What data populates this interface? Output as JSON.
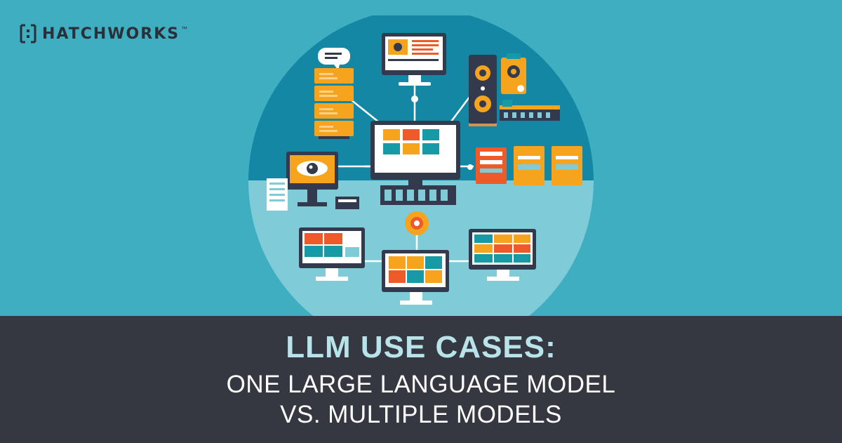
{
  "brand": {
    "name": "HATCHWORKS",
    "trademark": "™"
  },
  "banner": {
    "title": "LLM USE CASES:",
    "subtitle_line1": "ONE LARGE LANGUAGE MODEL",
    "subtitle_line2": "VS. MULTIPLE MODELS"
  },
  "colors": {
    "background": "#3faec1",
    "circle_dark": "#1387a4",
    "circle_light": "#7fcbd8",
    "banner": "#363841",
    "title": "#b8e3ea",
    "orange": "#f6a31d",
    "red": "#ef5a2b",
    "teal": "#159aa6",
    "navy": "#343a4e"
  },
  "illustration": {
    "icons": [
      "chat-bubble-icon",
      "server-stack-icon",
      "monitor-icon",
      "speaker-icon",
      "eye-monitor-icon",
      "gear-icon",
      "database-icon",
      "keyboard-icon"
    ]
  }
}
